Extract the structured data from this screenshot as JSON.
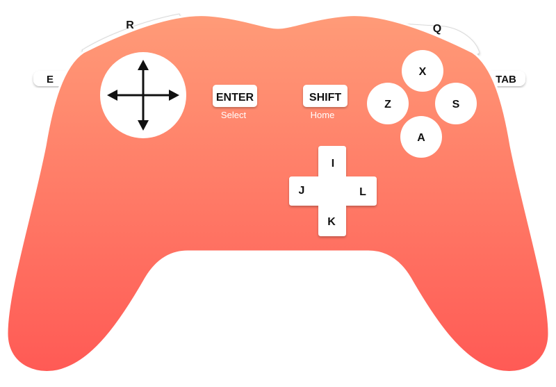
{
  "controller": {
    "body_color_top": "#FF9B78",
    "body_color_bottom": "#FF5A55",
    "button_color": "#FFFFFF",
    "label_color": "#111111"
  },
  "triggers": {
    "left_bumper": "R",
    "right_bumper": "Q",
    "left_side": "E",
    "right_side": "TAB"
  },
  "dpad": {
    "icon": "four-way-arrow-icon"
  },
  "center_buttons": {
    "enter": {
      "label": "ENTER",
      "caption": "Select"
    },
    "shift": {
      "label": "SHIFT",
      "caption": "Home"
    }
  },
  "face_buttons": {
    "top": "X",
    "left": "Z",
    "right": "S",
    "bottom": "A"
  },
  "cross_pad": {
    "up": "I",
    "left": "J",
    "right": "L",
    "down": "K"
  }
}
